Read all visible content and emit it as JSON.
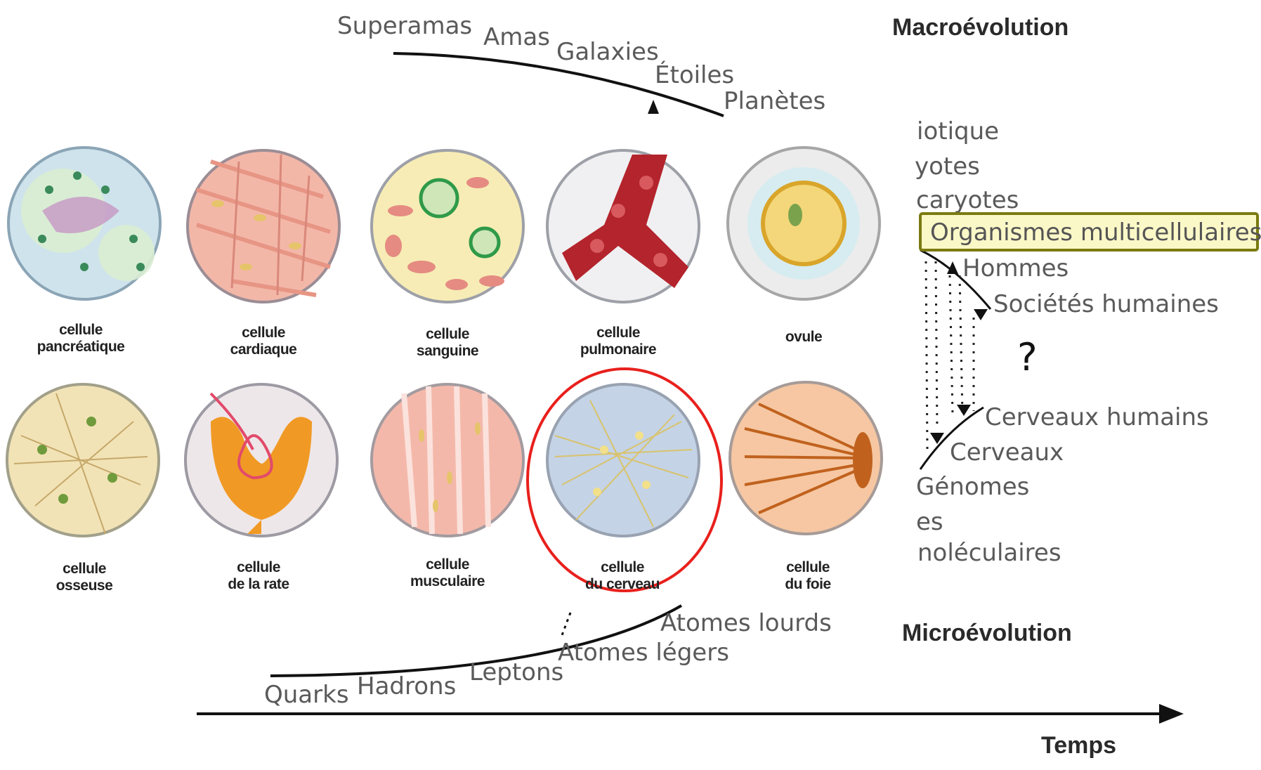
{
  "macro_title": "Macroévolution",
  "micro_title": "Microévolution",
  "time_label": "Temps",
  "cosmic_labels": [
    "Superamas",
    "Amas",
    "Galaxies",
    "Étoiles",
    "Planètes"
  ],
  "micro_labels": [
    "Quarks",
    "Hadrons",
    "Leptons",
    "Atomes légers",
    "Atomes lourds"
  ],
  "bio_labels": {
    "prebiotic": "iotique",
    "procaryotes": "yotes",
    "eucaryotes": "caryotes",
    "multicellular": "Organismes multicellulaires",
    "humans": "Hommes",
    "societies": "Sociétés humaines",
    "question": "?",
    "human_brains": "Cerveaux humains",
    "brains": "Cerveaux",
    "genomes": "Génomes",
    "cells": "es",
    "molecular": "noléculaires"
  },
  "cells": [
    {
      "label": [
        "cellule",
        "pancréatique"
      ]
    },
    {
      "label": [
        "cellule",
        "cardiaque"
      ]
    },
    {
      "label": [
        "cellule",
        "sanguine"
      ]
    },
    {
      "label": [
        "cellule",
        "pulmonaire"
      ]
    },
    {
      "label": [
        "ovule"
      ]
    },
    {
      "label": [
        "cellule",
        "osseuse"
      ]
    },
    {
      "label": [
        "cellule",
        "de la rate"
      ]
    },
    {
      "label": [
        "cellule",
        "musculaire"
      ]
    },
    {
      "label": [
        "cellule",
        "du cerveau"
      ]
    },
    {
      "label": [
        "cellule",
        "du foie"
      ]
    }
  ],
  "colors": {
    "highlight_border": "#7a7a10",
    "highlight_fill": "#fbf8c8",
    "brain_circle": "#e8201c"
  }
}
